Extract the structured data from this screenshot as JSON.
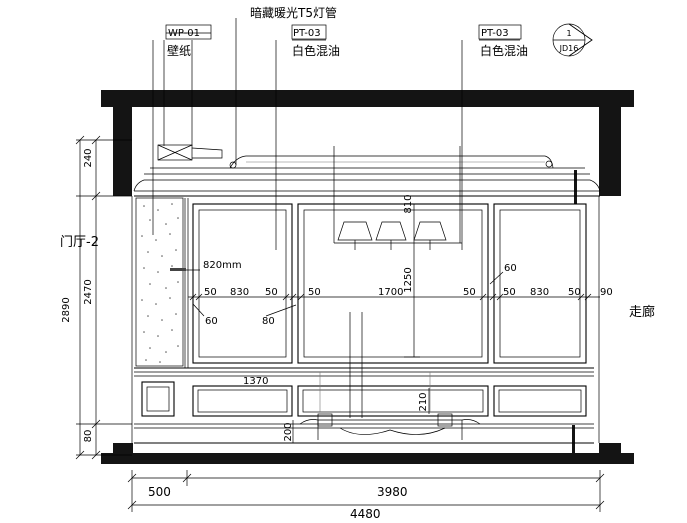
{
  "callouts": {
    "hidden_light": "暗藏暖光T5灯管",
    "wp_code": "WP-01",
    "wp_name": "壁纸",
    "pt_code_left": "PT-03",
    "pt_name_left": "白色混油",
    "pt_code_right": "PT-03",
    "pt_name_right": "白色混油"
  },
  "section_marker": {
    "number": "1",
    "sheet": "JD16"
  },
  "room_labels": {
    "left": "门厅-2",
    "right": "走廊"
  },
  "vertical_dims": {
    "overall": "2890",
    "top": "240",
    "middle": "2470",
    "bottom": "80",
    "center_1250": "1250",
    "upper_810": "810",
    "lower_210": "210",
    "base_200": "200"
  },
  "horizontal_dims": {
    "left_part": "500",
    "main_part": "3980",
    "overall": "4480",
    "panel_dims": [
      "50",
      "830",
      "50",
      "50",
      "1700",
      "50",
      "50",
      "830",
      "50",
      "90"
    ],
    "mirror_width": "820mm",
    "lower_panel": "1370",
    "chamfer_left": "60",
    "chamfer_mid": "80",
    "chamfer_right": "60"
  }
}
